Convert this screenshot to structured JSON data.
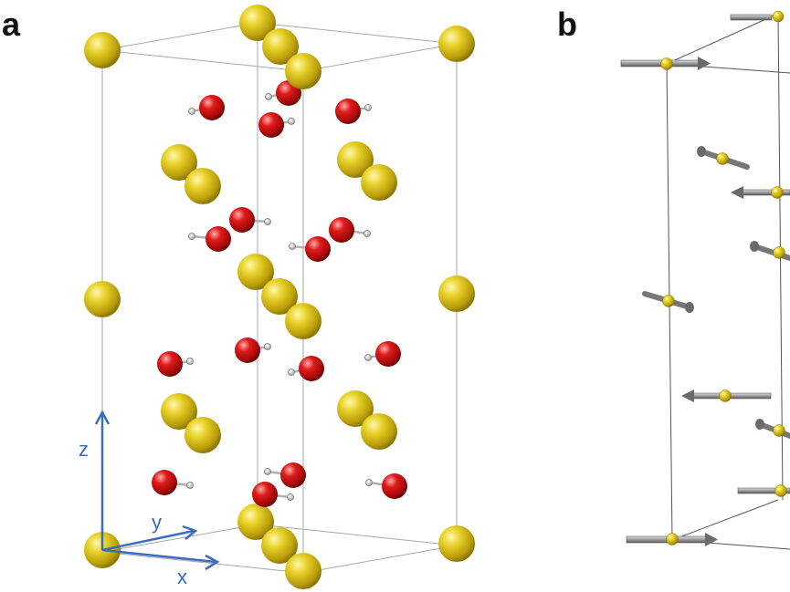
{
  "panels": {
    "a": {
      "label": "a"
    },
    "b": {
      "label": "b"
    }
  },
  "axes": {
    "x": "x",
    "y": "y",
    "z": "z"
  },
  "colors": {
    "yellow_atom": "#d9c21a",
    "red_atom": "#d41a1a",
    "hydrogen": "#c8c8c8",
    "axis": "#3b6cc4",
    "cell_edge": "#9a9a9a",
    "spin_arrow": "#8a8a8a"
  }
}
